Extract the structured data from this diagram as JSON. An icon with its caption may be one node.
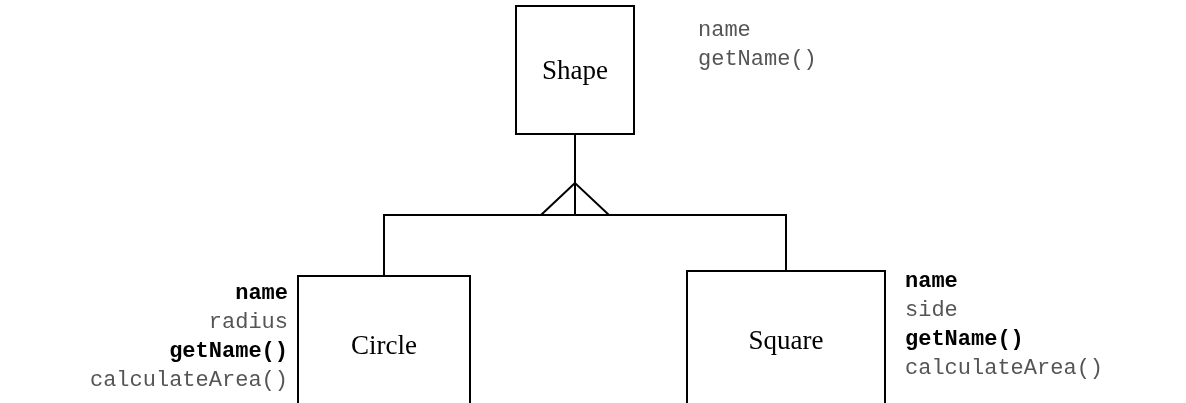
{
  "diagram": {
    "nodes": [
      {
        "text": [
          "Shape"
        ],
        "beside": [
          "name",
          "getName()"
        ]
      },
      {
        "text": [
          "Circle"
        ],
        "beside": [
          "**name**",
          "radius",
          "**getName()**",
          "calculateArea()"
        ]
      },
      {
        "text": [
          "Square"
        ],
        "beside": [
          "**name**",
          "side",
          "**getName()**",
          "calculateArea()"
        ]
      }
    ],
    "edges": [
      {
        "from": 1,
        "to": 0,
        "arrow": "to"
      },
      {
        "from": 2,
        "to": 0,
        "arrow": "to"
      }
    ]
  }
}
